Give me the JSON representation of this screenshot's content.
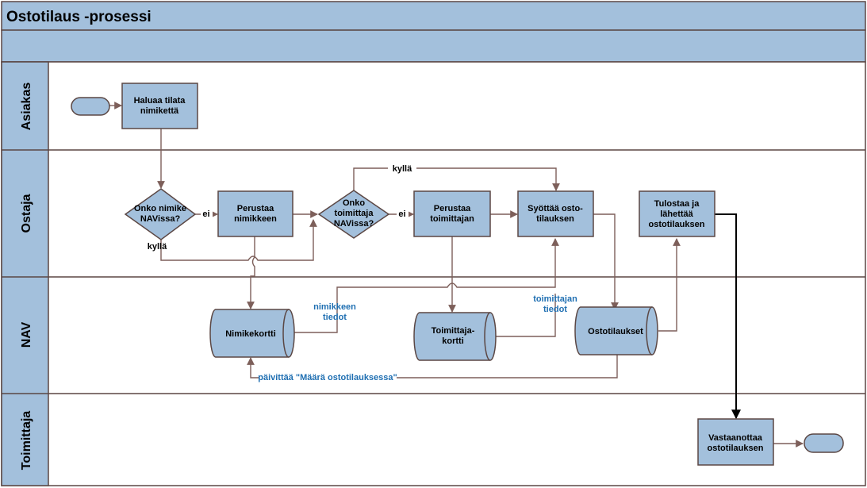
{
  "title": "Ostotilaus -prosessi",
  "lanes": {
    "asiakas": "Asiakas",
    "ostaja": "Ostaja",
    "nav": "NAV",
    "toimittaja": "Toimittaja"
  },
  "nodes": {
    "haluaa": [
      "Haluaa tilata",
      "nimikettä"
    ],
    "onko_nimike": [
      "Onko nimike",
      "NAVissa?"
    ],
    "perustaa_nimikkeen": [
      "Perustaa",
      "nimikkeen"
    ],
    "onko_toimittaja": [
      "Onko",
      "toimittaja",
      "NAVissa?"
    ],
    "perustaa_toimittajan": [
      "Perustaa",
      "toimittajan"
    ],
    "syottaa": [
      "Syöttää osto-",
      "tilauksen"
    ],
    "tulostaa": [
      "Tulostaa ja",
      "lähettää",
      "ostotilauksen"
    ],
    "nimikekortti": "Nimikekortti",
    "toimittajakortti": [
      "Toimittaja-",
      "kortti"
    ],
    "ostotilaukset": "Ostotilaukset",
    "vastaanottaa": [
      "Vastaanottaa",
      "ostotilauksen"
    ]
  },
  "edge_labels": {
    "ei_1": "ei",
    "ei_2": "ei",
    "kylla_1": "kyllä",
    "kylla_2": "kyllä",
    "nimikkeen_tiedot": [
      "nimikkeen",
      "tiedot"
    ],
    "toimittajan_tiedot": [
      "toimittajan",
      "tiedot"
    ],
    "paivittaa": "päivittää \"Määrä ostotilauksessa\""
  },
  "colors": {
    "lane_fill": "#a3c0dc",
    "shape_fill": "#a3c0dc",
    "border": "#5b4744",
    "flow": "#7d5f5a",
    "note_text": "#1f6fb2"
  }
}
